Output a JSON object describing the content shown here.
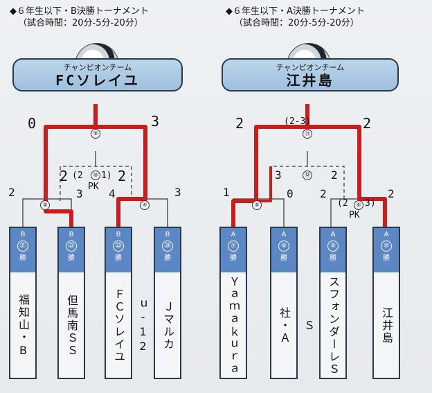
{
  "brackets": [
    {
      "title": "◆６年生以下・B決勝トーナメント",
      "time": "（試合時間：20分-5分-20分）",
      "champion_label": "チャンピオンチーム",
      "champion_name": "FCソレイユ",
      "match_numbers": [
        "⑨",
        "⑩",
        "③",
        "④"
      ],
      "teams": [
        {
          "seed_group": "B",
          "seed_num": "㉑",
          "seed_kind": "勝",
          "name": "福知山・B"
        },
        {
          "seed_group": "B",
          "seed_num": "㉒",
          "seed_kind": "勝",
          "name": "但馬南ＳＳ"
        },
        {
          "seed_group": "B",
          "seed_num": "㉓",
          "seed_kind": "勝",
          "name": "ＦＣソレイユ"
        },
        {
          "seed_group": "B",
          "seed_num": "㉔",
          "seed_kind": "勝",
          "name": "Ｊマルカｕ-12"
        }
      ],
      "scores": {
        "final_left": "0",
        "final_right": "3",
        "third_left": "2",
        "third_pk": "(2",
        "third_pk_right": "1)",
        "third_right": "2",
        "pk_label": "PK",
        "semi1_left": "2",
        "semi1_right": "3",
        "semi2_left": "4",
        "semi2_right": "3"
      }
    },
    {
      "title": "◆６年生以下・A決勝トーナメント",
      "time": "（試合時間：20分-5分-20分）",
      "champion_label": "チャンピオンチーム",
      "champion_name": "江井島",
      "match_numbers": [
        "⑪",
        "⑫",
        "⑤",
        "⑥"
      ],
      "teams": [
        {
          "seed_group": "A",
          "seed_num": "⑦",
          "seed_kind": "勝",
          "name": "Ｙａｍａｋｕｒａ"
        },
        {
          "seed_group": "A",
          "seed_num": "⑧",
          "seed_kind": "勝",
          "name": "社・Ａ"
        },
        {
          "seed_group": "A",
          "seed_num": "⑨",
          "seed_kind": "勝",
          "name": "スフォンダーレＳＳ"
        },
        {
          "seed_group": "A",
          "seed_num": "⑩",
          "seed_kind": "勝",
          "name": "江井島"
        }
      ],
      "scores": {
        "final_left": "2",
        "final_pk": "(2-3)",
        "final_right": "2",
        "third_left": "3",
        "third_right": "2",
        "semi1_left": "1",
        "semi1_right": "0",
        "semi2_left": "2",
        "semi2_pk": "(2",
        "semi2_pk_right": "3)",
        "semi2_right": "2",
        "pk_label": "PK"
      }
    }
  ],
  "colors": {
    "winner_line": "#c81e1e",
    "seed_fill": "#5b87c5",
    "box_fill": "#aac8e4"
  }
}
